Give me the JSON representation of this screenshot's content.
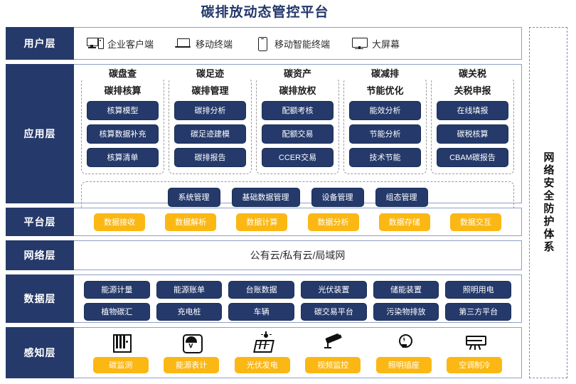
{
  "title": "碳排放动态管控平台",
  "security_panel": {
    "label": "网络安全防护体系"
  },
  "layers": {
    "user": {
      "label": "用户层",
      "items": [
        {
          "icon": "desktop-icon",
          "label": "企业客户端"
        },
        {
          "icon": "laptop-icon",
          "label": "移动终端"
        },
        {
          "icon": "phone-icon",
          "label": "移动智能终端"
        },
        {
          "icon": "big-screen-icon",
          "label": "大屏幕"
        }
      ]
    },
    "app": {
      "label": "应用层",
      "columns": [
        {
          "title": "碳盘查",
          "subtitle": "碳排核算",
          "items": [
            "核算模型",
            "核算数据补充",
            "核算清单"
          ]
        },
        {
          "title": "碳足迹",
          "subtitle": "碳排管理",
          "items": [
            "碳排分析",
            "碳足迹建模",
            "碳排报告"
          ]
        },
        {
          "title": "碳资产",
          "subtitle": "碳排放权",
          "items": [
            "配额考核",
            "配额交易",
            "CCER交易"
          ]
        },
        {
          "title": "碳减排",
          "subtitle": "节能优化",
          "items": [
            "能效分析",
            "节能分析",
            "技术节能"
          ]
        },
        {
          "title": "碳关税",
          "subtitle": "关税申报",
          "items": [
            "在线填报",
            "碳税核算",
            "CBAM碳报告"
          ]
        }
      ],
      "management": [
        "系统管理",
        "基础数据管理",
        "设备管理",
        "组态管理"
      ]
    },
    "platform": {
      "label": "平台层",
      "items": [
        "数据接收",
        "数据解析",
        "数据计算",
        "数据分析",
        "数据存储",
        "数据交互"
      ]
    },
    "network": {
      "label": "网络层",
      "text": "公有云/私有云/局域网"
    },
    "data": {
      "label": "数据层",
      "row1": [
        "能源计量",
        "能源账单",
        "台账数据",
        "光伏装置",
        "储能装置",
        "照明用电"
      ],
      "row2": [
        "植物碳汇",
        "充电桩",
        "车辆",
        "碳交易平台",
        "污染物排放",
        "第三方平台"
      ]
    },
    "sense": {
      "label": "感知层",
      "items": [
        {
          "icon": "carbon-monitor-icon",
          "label": "碳监测"
        },
        {
          "icon": "energy-meter-icon",
          "label": "能源表计"
        },
        {
          "icon": "solar-panel-icon",
          "label": "光伏发电"
        },
        {
          "icon": "cctv-camera-icon",
          "label": "视频监控"
        },
        {
          "icon": "light-bulb-icon",
          "label": "照明插座"
        },
        {
          "icon": "air-conditioner-icon",
          "label": "空调制冷"
        }
      ]
    }
  },
  "colors": {
    "navy": "#253a6b",
    "amber": "#fbb713",
    "border": "#8fa0c4",
    "dashed": "#9a9a9a"
  }
}
